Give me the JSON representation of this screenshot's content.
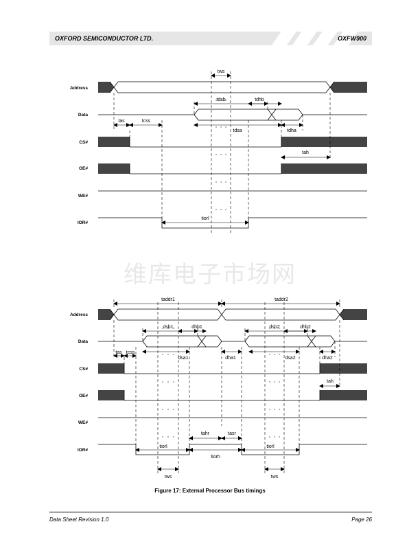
{
  "header": {
    "company": "OXFORD SEMICONDUCTOR LTD.",
    "part": "OXFW900"
  },
  "footer": {
    "revision": "Data Sheet Revision 1.0",
    "page": "Page 26"
  },
  "watermark": "维库电子市场网",
  "figure": {
    "caption": "Figure 17: External Processor Bus timings",
    "top_diagram": {
      "signals": [
        "Address",
        "Data",
        "CS#",
        "OE#",
        "WE#",
        "IOR#"
      ],
      "timings": [
        "tws",
        "tdsb",
        "tdhb",
        "tas",
        "tcss",
        "tdsa",
        "tdha",
        "tah",
        "tiorl"
      ]
    },
    "bottom_diagram": {
      "signals": [
        "Address",
        "Data",
        "CS#",
        "OE#",
        "WE#",
        "IOR#"
      ],
      "timings": [
        "taddr1",
        "taddr2",
        "dsb1",
        "dhb1",
        "dsb2",
        "dhb2",
        "tas",
        "tcss",
        "dsa1",
        "dha1",
        "dsa2",
        "dha2",
        "tah",
        "tahr",
        "tasr",
        "tiorl",
        "tiorh",
        "tiorl",
        "tws",
        "tws"
      ]
    }
  }
}
